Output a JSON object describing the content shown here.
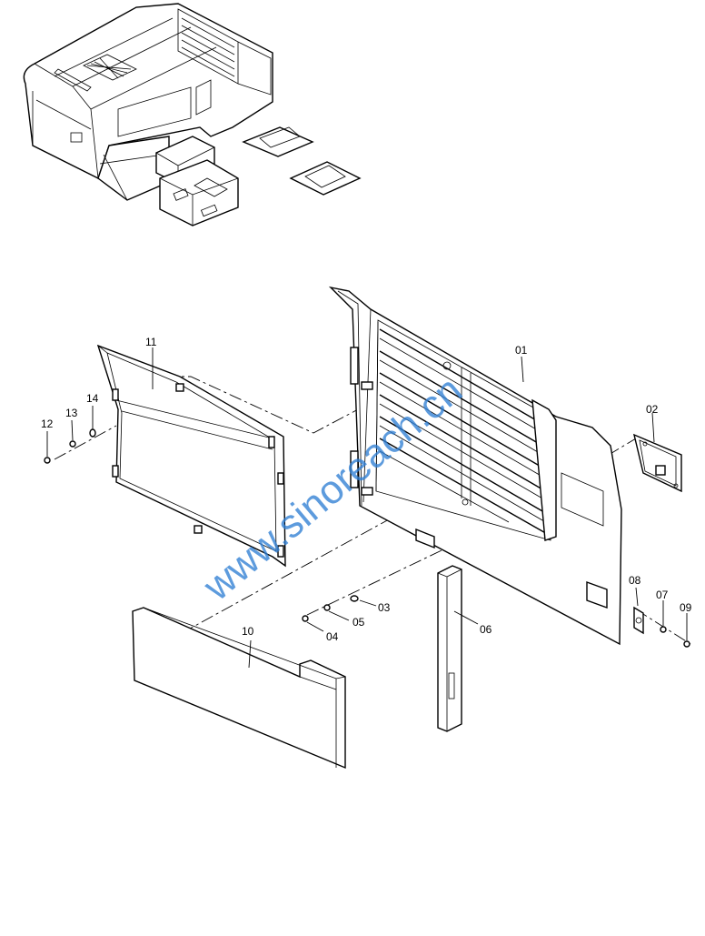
{
  "watermark": "www.sinoreach.cn",
  "callouts": [
    {
      "id": "01",
      "label": "01"
    },
    {
      "id": "02",
      "label": "02"
    },
    {
      "id": "03",
      "label": "03"
    },
    {
      "id": "04",
      "label": "04"
    },
    {
      "id": "05",
      "label": "05"
    },
    {
      "id": "06",
      "label": "06"
    },
    {
      "id": "07",
      "label": "07"
    },
    {
      "id": "08",
      "label": "08"
    },
    {
      "id": "09",
      "label": "09"
    },
    {
      "id": "10",
      "label": "10"
    },
    {
      "id": "11",
      "label": "11"
    },
    {
      "id": "12",
      "label": "12"
    },
    {
      "id": "13",
      "label": "13"
    },
    {
      "id": "14",
      "label": "14"
    }
  ]
}
